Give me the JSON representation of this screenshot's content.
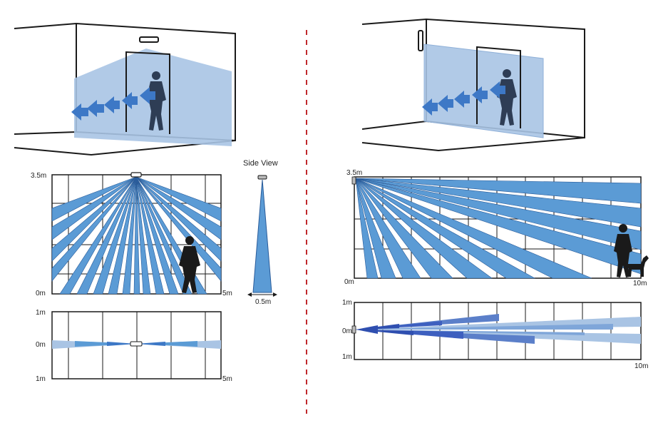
{
  "left": {
    "front_view": {
      "y_top_label": "3.5m",
      "y_bottom_label": "0m",
      "x_right_label": "5m"
    },
    "side_view": {
      "title": "Side View",
      "width_label": "0.5m"
    },
    "top_view": {
      "y_top_label": "1m",
      "y_mid_label": "0m",
      "y_bottom_label": "1m",
      "x_right_label": "5m"
    }
  },
  "right": {
    "front_view": {
      "y_top_label": "3.5m",
      "x_left_label": "0m",
      "x_right_label": "10m"
    },
    "top_view": {
      "y_top_label": "1m",
      "y_mid_label": "0m",
      "y_bottom_label": "1m",
      "x_right_label": "10m"
    }
  },
  "colors": {
    "beam_fill": "#5b9bd5",
    "beam_light": "#a9c4e4",
    "arrow_blue": "#3d78c6",
    "divider_red": "#c0282b",
    "line_dark": "#1a1a1a",
    "person": "#2e3d55"
  }
}
